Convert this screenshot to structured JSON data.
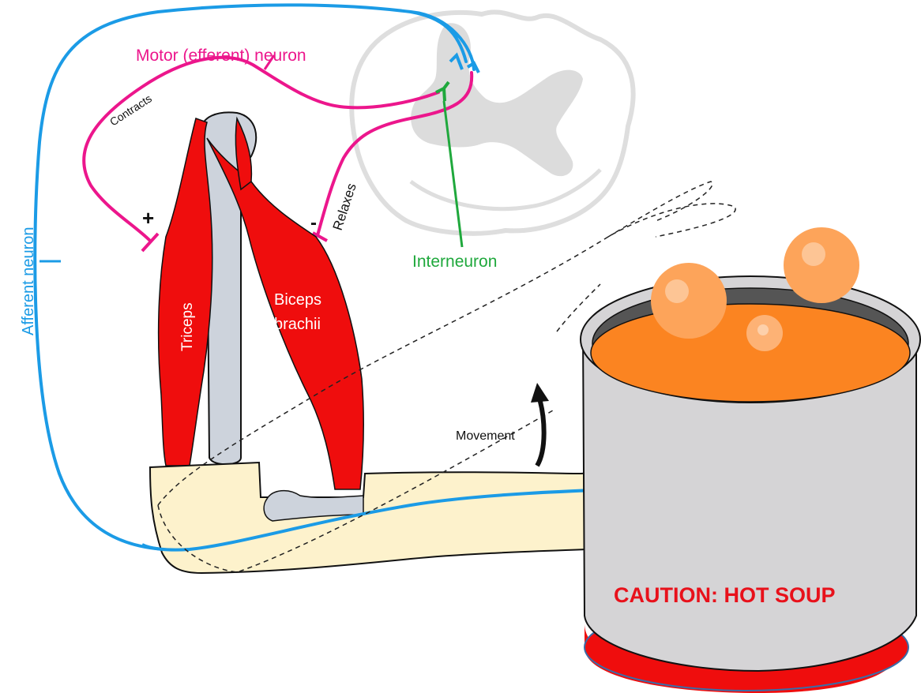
{
  "title": "Reflex arc: withdrawal reflex from hot soup",
  "colors": {
    "afferent": "#1b9be6",
    "motor": "#ec168c",
    "interneuron": "#1fa83c",
    "muscle": "#ef0d0d",
    "bone": "#cdd3dc",
    "skin": "#fdf2cc",
    "spinal_cord": "#dcdcdc",
    "pot": "#d5d4d6",
    "soup": "#fb8421",
    "bubble": "#fda45a",
    "caution": "#e8111b"
  },
  "labels": {
    "motor_neuron": "Motor (efferent) neuron",
    "afferent_neuron": "Afferent neuron",
    "interneuron": "Interneuron",
    "contracts": "Contracts",
    "relaxes": "Relaxes",
    "plus": "+",
    "minus": "-",
    "triceps": "Triceps",
    "biceps_line1": "Biceps",
    "biceps_line2": "brachii",
    "movement": "Movement",
    "caution": "CAUTION: HOT SOUP"
  }
}
